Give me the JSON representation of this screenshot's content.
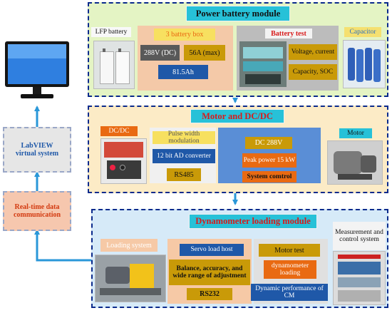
{
  "left": {
    "labview_label": "LabVIEW virtual system",
    "realtime_label": "Real-time data communication"
  },
  "power": {
    "title": "Power battery module",
    "lfp_label": "LFP battery",
    "box_title": "3 battery box",
    "voltage": "288V (DC)",
    "current": "56A (max)",
    "capacity": "81.5Ah",
    "test_title": "Battery test",
    "test_item1": "Voltage, current",
    "test_item2": "Capacity, SOC",
    "capacitor_label": "Capacitor"
  },
  "motor": {
    "title": "Motor and DC/DC",
    "dcdc_label": "DC/DC",
    "pwm": "Pulse width modulation",
    "ad": "12 bit AD converter",
    "rs485": "RS485",
    "dc288": "DC 288V",
    "peak": "Peak power 15 kW",
    "sys_control": "System comtrol",
    "motor_label": "Motor"
  },
  "dyno": {
    "title": "Dynamometer loading module",
    "loading_label": "Loading system",
    "servo": "Servo load host",
    "balance": "Balance, accuracy, and wide range of adjustment",
    "rs232": "RS232",
    "motor_test": "Motor test",
    "dyn_loading": "dynamometer loading",
    "dyn_perf": "Dynamic performance of CM",
    "meas_label": "Measurement and control system"
  },
  "colors": {
    "arrow": "#2a97d8",
    "power_bg": "#e4f4c4",
    "motor_bg": "#fcebc6",
    "dyno_bg": "#d6eaf8",
    "title_cyan": "#27c1d8",
    "dark_blue": "#1f58a8",
    "orange": "#e96a12",
    "gold": "#c99a08",
    "yellow": "#f7e060",
    "peach": "#f6c9a6",
    "grey": "#b3b3b3"
  }
}
